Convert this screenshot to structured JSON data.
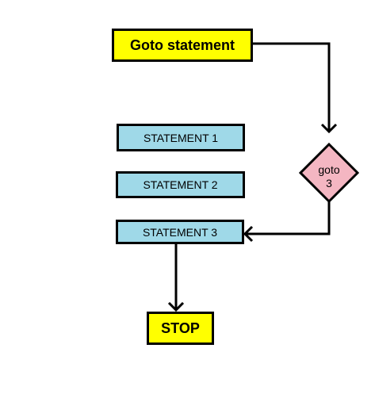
{
  "flowchart": {
    "start": {
      "label": "Goto statement"
    },
    "statements": [
      {
        "label": "STATEMENT 1"
      },
      {
        "label": "STATEMENT 2"
      },
      {
        "label": "STATEMENT 3"
      }
    ],
    "decision": {
      "line1": "goto",
      "line2": "3"
    },
    "stop": {
      "label": "STOP"
    }
  },
  "colors": {
    "terminal_fill": "#ffff00",
    "statement_fill": "#9fd9e8",
    "decision_fill": "#f4b6c2",
    "stroke": "#000000"
  }
}
